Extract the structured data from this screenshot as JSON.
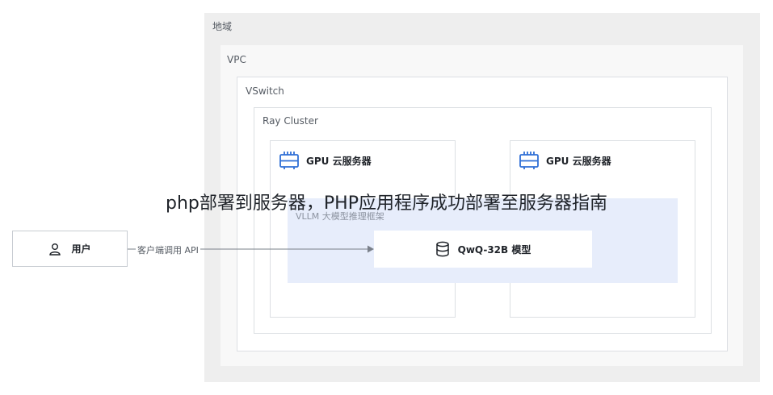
{
  "region": {
    "label": "地域"
  },
  "vpc": {
    "label": "VPC"
  },
  "vswitch": {
    "label": "VSwitch"
  },
  "ray_cluster": {
    "label": "Ray Cluster"
  },
  "gpu_servers": [
    {
      "label": "GPU 云服务器",
      "icon": "server-icon"
    },
    {
      "label": "GPU 云服务器",
      "icon": "server-icon"
    }
  ],
  "vllm": {
    "label": "VLLM 大模型推理框架"
  },
  "model": {
    "label": "QwQ-32B 模型",
    "icon": "database-icon"
  },
  "user": {
    "label": "用户",
    "icon": "user-icon"
  },
  "connection": {
    "label": "客户端调用 API"
  },
  "overlay_title": "php部署到服务器，PHP应用程序成功部署至服务器指南",
  "colors": {
    "region_bg": "#eeeeee",
    "vllm_bg": "#e7edfb",
    "icon_blue": "#2f6fd6",
    "border": "#dcdfe3"
  }
}
